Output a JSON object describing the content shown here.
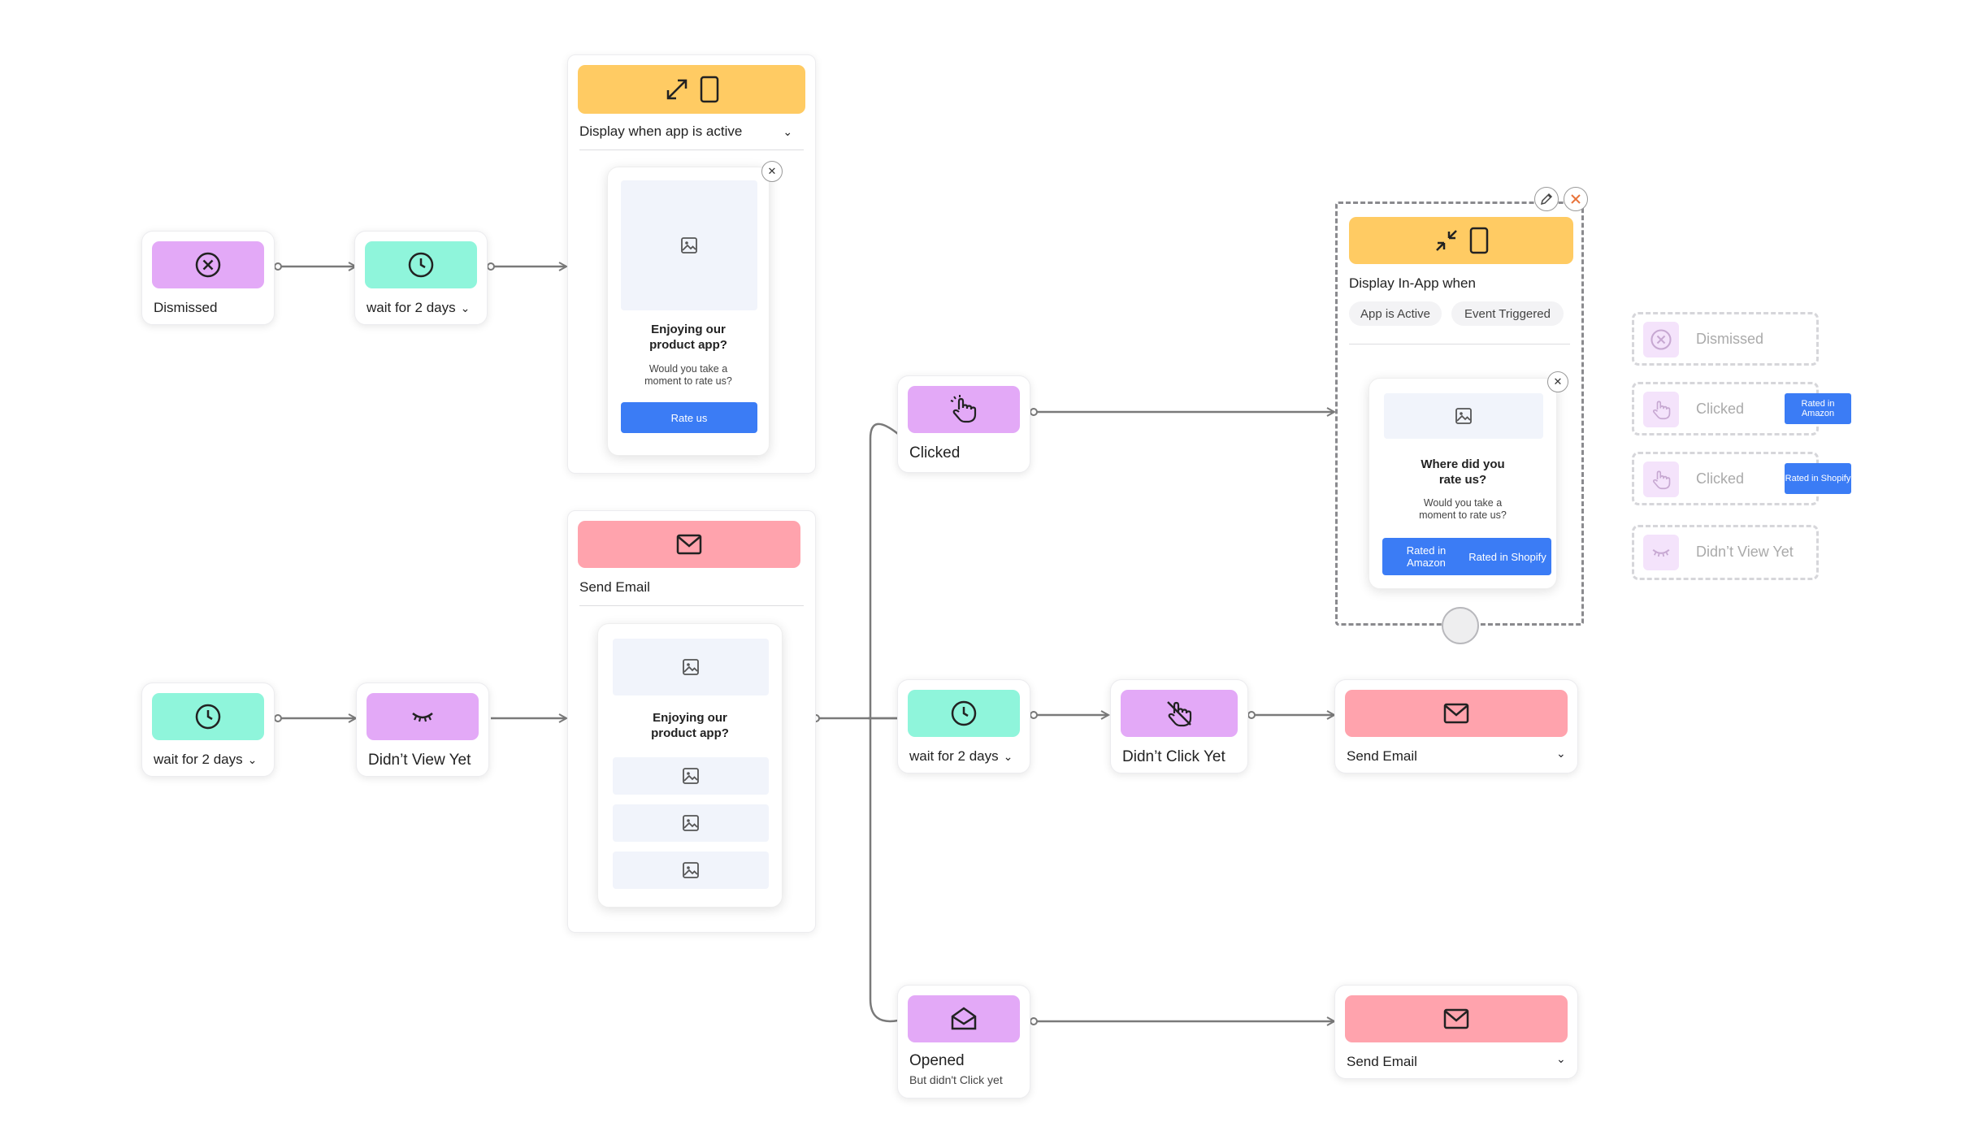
{
  "flow1": {
    "dismissed_label": "Dismissed",
    "wait_label": "wait for 2 days",
    "inapp": {
      "header_label": "Display when app is active",
      "title": "Enjoying our product app?",
      "text": "Would you take a moment to rate us?",
      "button": "Rate us"
    }
  },
  "flow2": {
    "wait_label": "wait for 2 days",
    "didnt_view_label": "Didn’t View Yet",
    "email": {
      "header_label": "Send Email",
      "title": "Enjoying our product app?"
    }
  },
  "branches": {
    "clicked_label": "Clicked",
    "wait_label": "wait for 2 days",
    "didnt_click_label": "Didn’t Click Yet",
    "opened_label": "Opened",
    "opened_sub": "But didn't Click yet",
    "send_email_1": "Send Email",
    "send_email_2": "Send Email"
  },
  "inapp2": {
    "header_label": "Display In-App when",
    "pill_1": "App is Active",
    "pill_2": "Event Triggered",
    "title": "Where did you rate us?",
    "text": "Would you take a moment to rate us?",
    "button_1": "Rated in Amazon",
    "button_2": "Rated in Shopify"
  },
  "legend": {
    "items": [
      {
        "label": "Dismissed"
      },
      {
        "label": "Clicked",
        "tag": "Rated in Amazon"
      },
      {
        "label": "Clicked",
        "tag": "Rated in Shopify"
      },
      {
        "label": "Didn’t View Yet"
      }
    ]
  },
  "colors": {
    "purple": "#e3a9f7",
    "mint": "#8ff5db",
    "yellow": "#ffcb63",
    "pink": "#ffa3ad",
    "blue": "#3b7cf5",
    "connector": "#7a7a7a"
  }
}
